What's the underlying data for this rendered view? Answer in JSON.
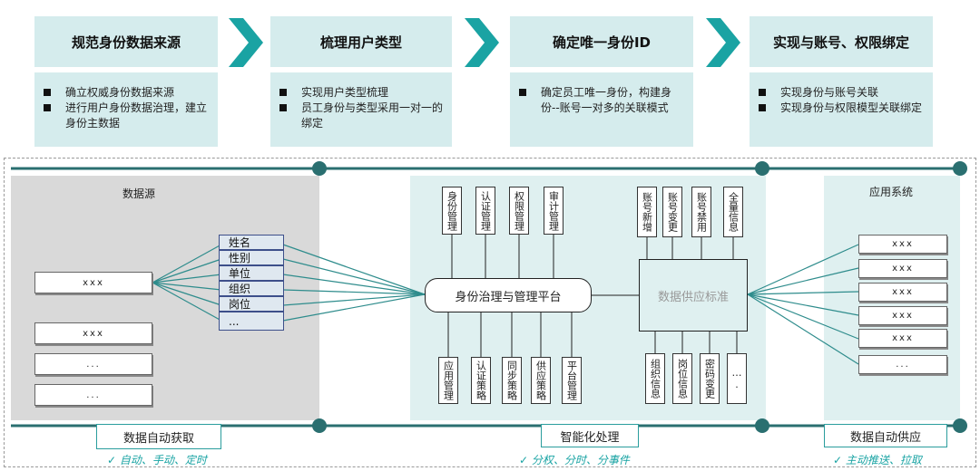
{
  "steps": [
    {
      "title": "规范身份数据来源",
      "bullets": [
        "确立权威身份数据来源",
        "进行用户身份数据治理，建立身份主数据"
      ]
    },
    {
      "title": "梳理用户类型",
      "bullets": [
        "实现用户类型梳理",
        "员工身份与类型采用一对一的绑定"
      ]
    },
    {
      "title": "确定唯一身份ID",
      "bullets": [
        "确定员工唯一身份，构建身份--账号一对多的关联模式"
      ]
    },
    {
      "title": "实现与账号、权限绑定",
      "bullets": [
        "实现身份与账号关联",
        "实现身份与权限模型关联绑定"
      ]
    }
  ],
  "source": {
    "title": "数据源",
    "items": [
      "xxx",
      "xxx",
      "...",
      "..."
    ],
    "fields": [
      "姓名",
      "性别",
      "单位",
      "组织",
      "岗位",
      "..."
    ]
  },
  "platform": {
    "label": "身份治理与管理平台",
    "top": [
      "身份管理",
      "认证管理",
      "权限管理",
      "审计管理"
    ],
    "bottom": [
      "应用管理",
      "认证策略",
      "同步策略",
      "供应策略",
      "平台管理"
    ]
  },
  "standard": {
    "label": "数据供应标准",
    "top": [
      "账号新增",
      "账号变更",
      "账号禁用",
      "全量信息"
    ],
    "bottom": [
      "组织信息",
      "岗位信息",
      "密码变更",
      "…."
    ]
  },
  "apps": {
    "title": "应用系统",
    "items": [
      "xxx",
      "xxx",
      "xxx",
      "xxx",
      "xxx",
      "..."
    ]
  },
  "stages": [
    {
      "label": "数据自动获取",
      "note": "✓  自动、手动、定时"
    },
    {
      "label": "智能化处理",
      "note": "✓  分权、分时、分事件"
    },
    {
      "label": "数据自动供应",
      "note": "✓  主动推送、拉取"
    }
  ],
  "colors": {
    "teal": "#1aa3a3",
    "panel": "#d5eced",
    "line": "#2a6f70"
  }
}
